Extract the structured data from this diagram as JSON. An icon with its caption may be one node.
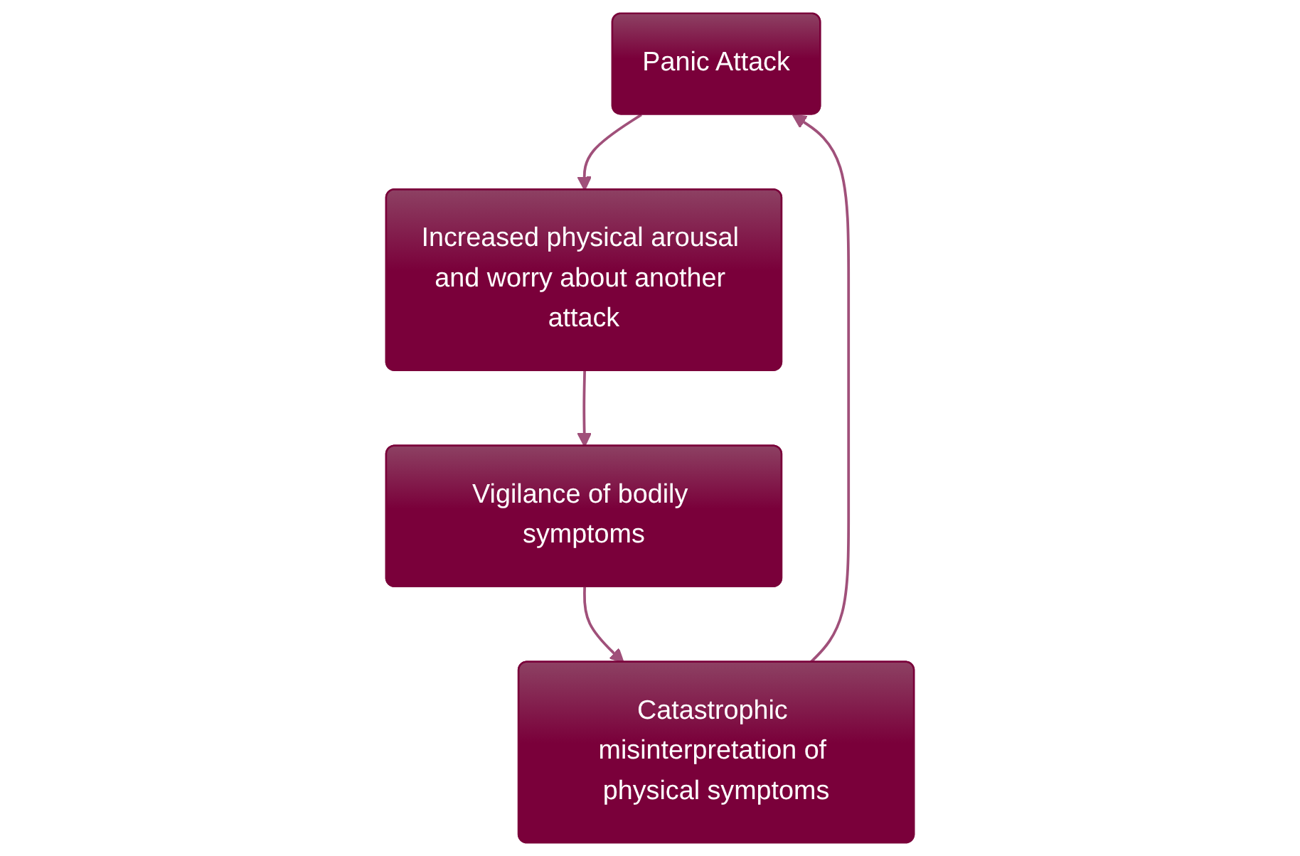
{
  "diagram": {
    "nodes": [
      {
        "text": [
          "Panic Attack"
        ]
      },
      {
        "text": [
          "Catastrophic misinterpretation of physical symptoms"
        ]
      },
      {
        "text": [
          "Increased physical arousal and worry about another attack"
        ]
      },
      {
        "text": [
          "Vigilance of bodily symptoms"
        ]
      }
    ],
    "edges": [
      {
        "from": 0,
        "to": 2,
        "arrow": "to"
      },
      {
        "from": 2,
        "to": 3,
        "arrow": "to"
      },
      {
        "from": 3,
        "to": 1,
        "arrow": "to"
      },
      {
        "from": 1,
        "to": 0,
        "arrow": "to"
      }
    ]
  }
}
